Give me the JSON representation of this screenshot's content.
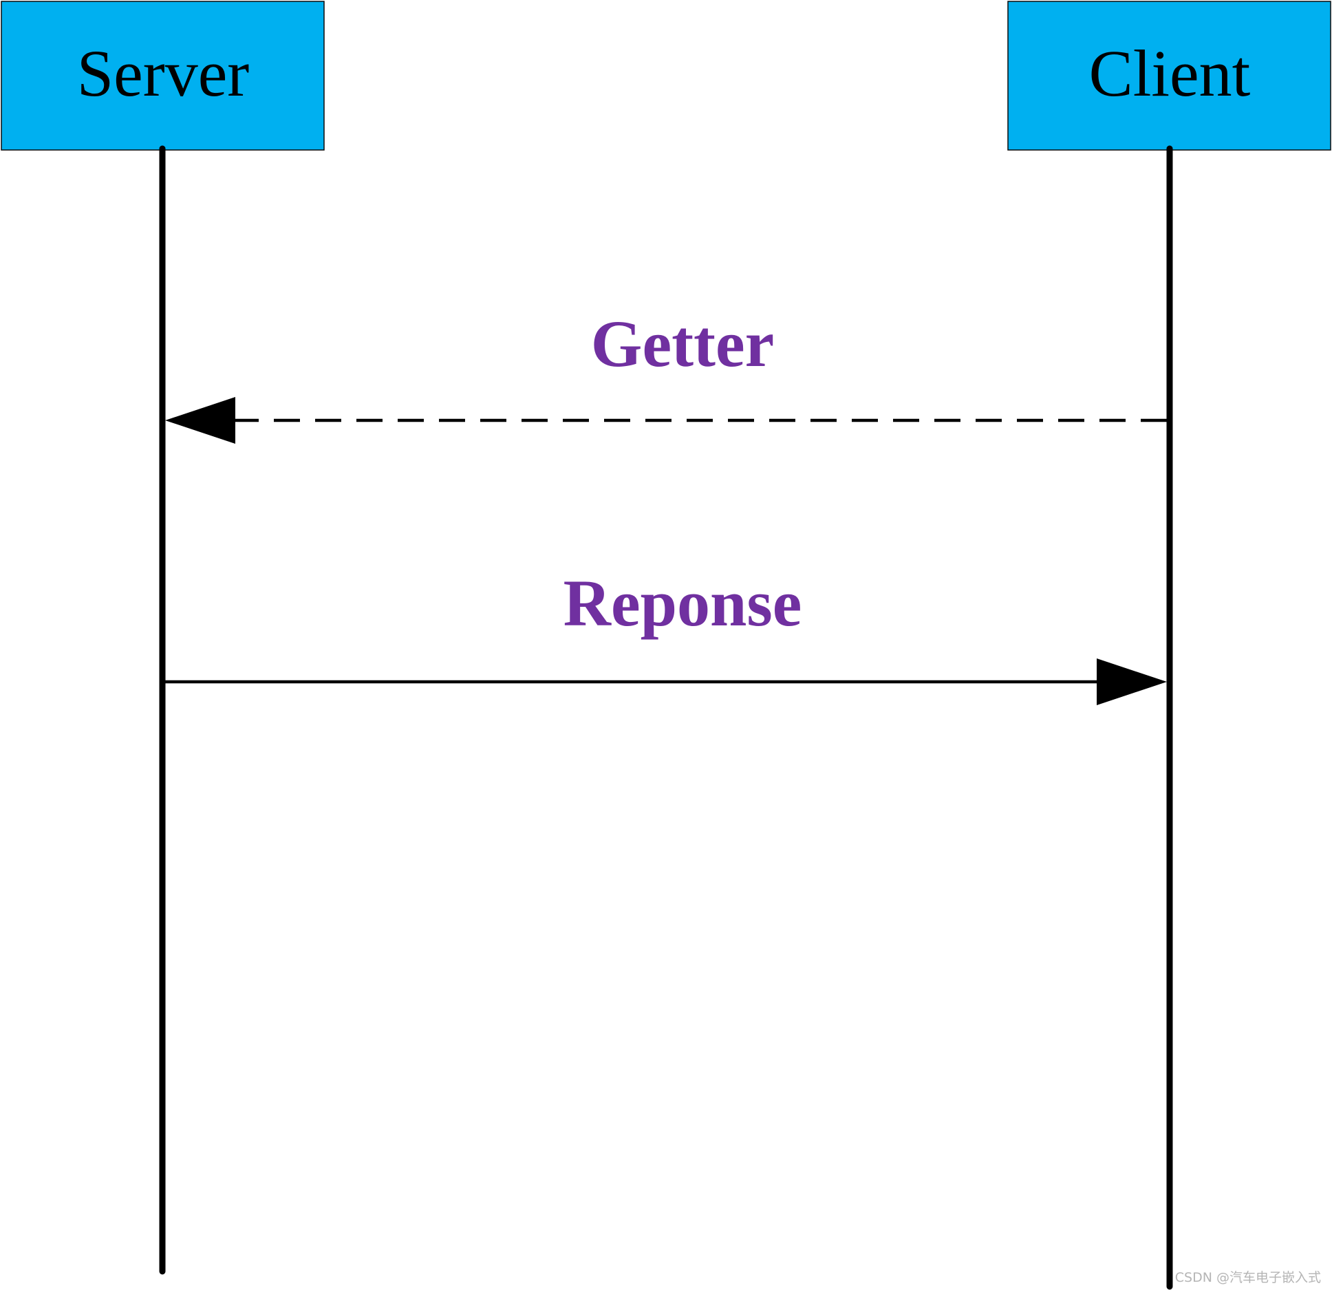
{
  "actors": {
    "server": {
      "label": "Server"
    },
    "client": {
      "label": "Client"
    }
  },
  "messages": {
    "getter": {
      "label": "Getter",
      "from": "Client",
      "to": "Server",
      "style": "dashed"
    },
    "response": {
      "label": "Reponse",
      "from": "Server",
      "to": "Client",
      "style": "solid"
    }
  },
  "watermark": {
    "text": "CSDN @汽车电子嵌入式"
  },
  "colors": {
    "actor_fill": "#00B0F0",
    "message_text": "#7030A0",
    "line": "#000000"
  }
}
